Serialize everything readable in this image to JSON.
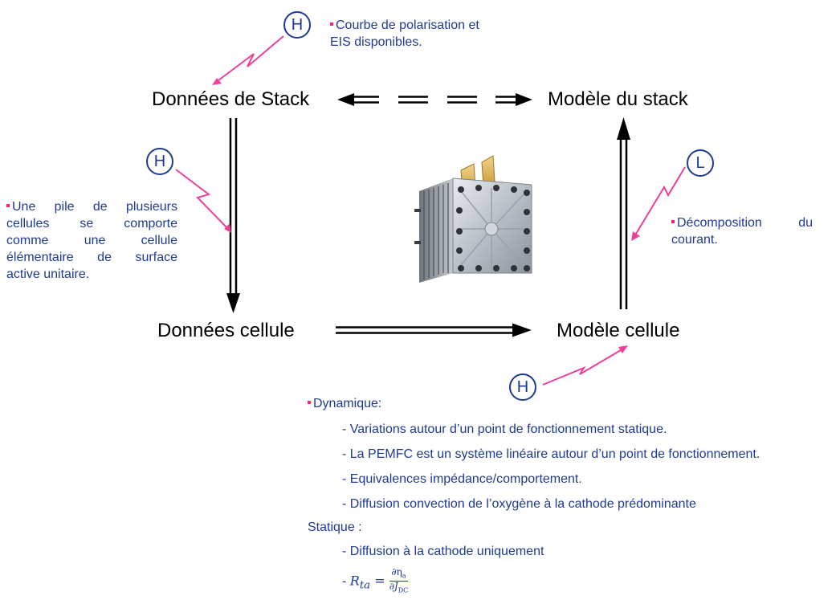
{
  "nodes": {
    "stack_data": "Données de Stack",
    "stack_model": "Modèle du stack",
    "cell_data": "Données cellule",
    "cell_model": "Modèle cellule"
  },
  "badges": {
    "top": "H",
    "left": "H",
    "right": "L",
    "bottom": "H"
  },
  "notes": {
    "top": [
      "Courbe de polarisation et",
      "EIS disponibles."
    ],
    "left": [
      "Une pile de plusieurs",
      "cellules se comporte",
      "comme une cellule",
      "élémentaire de surface",
      "active unitaire."
    ],
    "right": [
      "Décomposition du",
      "courant."
    ]
  },
  "bottom": {
    "dynamic_title": "Dynamique:",
    "dynamic_items": [
      "- Variations autour d’un point de fonctionnement statique.",
      "- La PEMFC est un système linéaire autour d’un point de fonctionnement.",
      "- Equivalences impédance/comportement.",
      "- Diffusion convection de l’oxygène à la cathode prédominante"
    ],
    "static_title": "Statique :",
    "static_item": "- Diffusion à la cathode uniquement",
    "formula": {
      "prefix": "- ",
      "lhs": "R",
      "lhs_sub": "ta",
      "eq": " = ",
      "num": "∂η",
      "num_sub": "a",
      "den": "∂J",
      "den_sub": "DC"
    }
  },
  "colors": {
    "accent_blue": "#1f3a93",
    "bullet_pink": "#ff1f7a",
    "zigzag_pink": "#ee3f9a",
    "arrow": "#000000"
  },
  "image": {
    "icon": "fuel-cell-stack-image"
  }
}
